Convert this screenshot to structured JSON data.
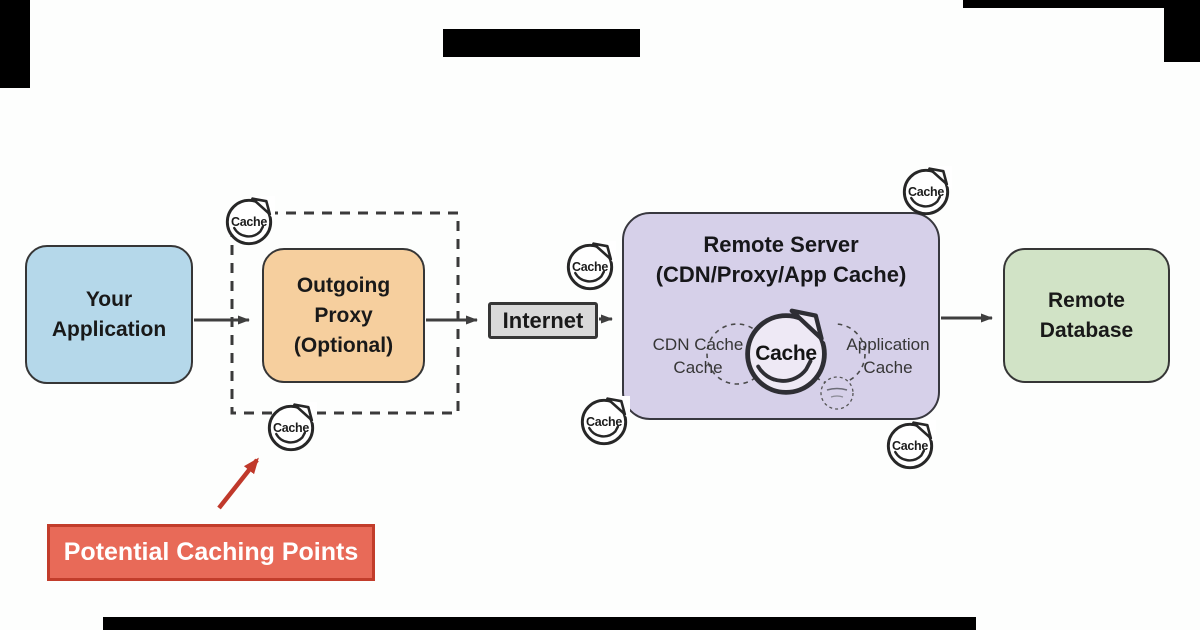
{
  "diagram_title_hidden": "",
  "colors": {
    "application_fill": "#b5d8ea",
    "proxy_fill": "#f6cf9e",
    "internet_fill": "#d9d9d9",
    "server_fill": "#d6d0e9",
    "database_fill": "#d1e3c6",
    "callout_fill": "#e86a58",
    "callout_border": "#c23d2b",
    "arrow": "#3f3f3f",
    "red_arrow": "#c0392b",
    "stroke": "#363636"
  },
  "nodes": {
    "application": {
      "label": "Your\nApplication"
    },
    "proxy": {
      "label": "Outgoing\nProxy\n(Optional)"
    },
    "internet": {
      "label": "Internet"
    },
    "server": {
      "title": "Remote Server\n(CDN/Proxy/App Cache)",
      "left_label": "CDN Cache\nCache",
      "right_label": "Application\nCache",
      "center_cache_label": "Cache"
    },
    "database": {
      "label": "Remote\nDatabase"
    }
  },
  "cache_badges": {
    "label": "Cache",
    "count": 6
  },
  "callout": {
    "label": "Potential Caching Points"
  }
}
